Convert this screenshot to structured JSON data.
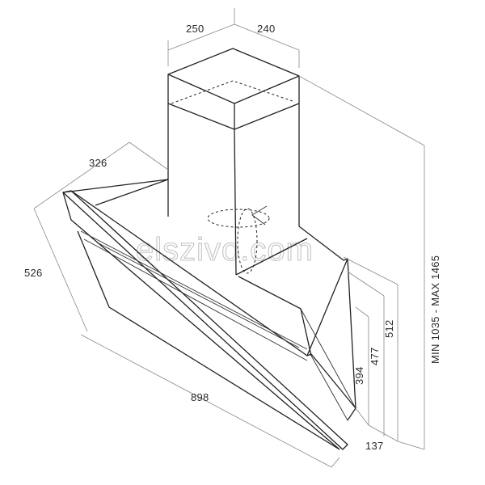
{
  "dimensions": {
    "chimney_width": "250",
    "chimney_depth": "240",
    "hood_depth": "326",
    "hood_height": "526",
    "hood_width": "898",
    "front_depth": "137",
    "height_394": "394",
    "height_477": "477",
    "height_512": "512",
    "total_height": "MIN 1035 - MAX 1465"
  },
  "watermark": "elszivo.com",
  "colors": {
    "line": "#222222",
    "dimension_line": "#888888",
    "watermark": "#c4c4c4"
  }
}
